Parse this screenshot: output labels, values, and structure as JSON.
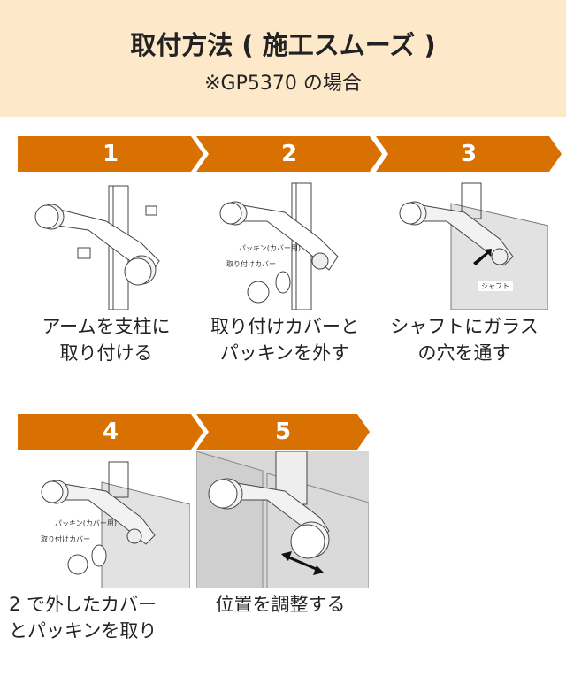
{
  "header": {
    "title": "取付方法 ( 施工スムーズ )",
    "subtitle": "※GP5370 の場合"
  },
  "steps": [
    {
      "number": "1",
      "caption_line1": "アームを支柱に",
      "caption_line2": "取り付ける"
    },
    {
      "number": "2",
      "caption_line1": "取り付けカバーと",
      "caption_line2": "パッキンを外す",
      "label_packing": "パッキン(カバー用)",
      "label_cover": "取り付けカバー"
    },
    {
      "number": "3",
      "caption_line1": "シャフトにガラス",
      "caption_line2": "の穴を通す",
      "label_shaft": "シャフト"
    },
    {
      "number": "4",
      "caption_line1": "2 で外したカバー",
      "caption_line2": "とパッキンを取り",
      "label_packing": "パッキン(カバー用)",
      "label_cover": "取り付けカバー"
    },
    {
      "number": "5",
      "caption_line1": "位置を調整する",
      "caption_line2": ""
    }
  ],
  "colors": {
    "accent": "#d97102",
    "header_bg": "#fde9c9"
  }
}
